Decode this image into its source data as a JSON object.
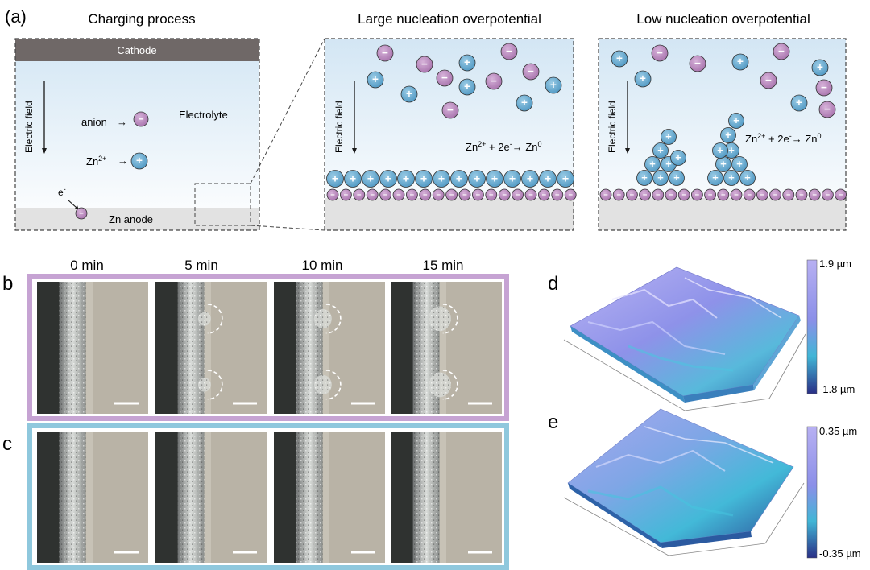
{
  "panel_a": {
    "label": "(a)",
    "charging": {
      "title": "Charging process",
      "cathode": "Cathode",
      "electric_field": "Electric field",
      "electrolyte": "Electrolyte",
      "anion": "anion",
      "zn_ion": "Zn",
      "zn_ion_sup": "2+",
      "arrow": "→",
      "electron": "e",
      "electron_sup": "-",
      "anode": "Zn anode"
    },
    "large": {
      "title": "Large nucleation overpotential",
      "electric_field": "Electric field",
      "eq": [
        "Zn",
        "2+",
        " + 2e",
        "-",
        "→ Zn",
        "0"
      ]
    },
    "low": {
      "title": "Low nucleation overpotential",
      "electric_field": "Electric field",
      "eq": [
        "Zn",
        "2+",
        " + 2e",
        "-",
        "→ Zn",
        "0"
      ]
    }
  },
  "panel_b": {
    "label": "b"
  },
  "panel_c": {
    "label": "c"
  },
  "panel_d": {
    "label": "d",
    "scale_max": "1.9 µm",
    "scale_min": "-1.8 µm"
  },
  "panel_e": {
    "label": "e",
    "scale_max": "0.35 µm",
    "scale_min": "-0.35 µm"
  },
  "time_labels": [
    "0 min",
    "5 min",
    "10 min",
    "15 min"
  ],
  "symbols": {
    "plus": "+",
    "minus": "−"
  },
  "colors": {
    "anion": "#b382b8",
    "cation": "#62a8cf",
    "frame_b": "#c6a3d3",
    "frame_c": "#8fc8dd",
    "cathode": "#6f6867",
    "anode": "#e2e2e2"
  }
}
